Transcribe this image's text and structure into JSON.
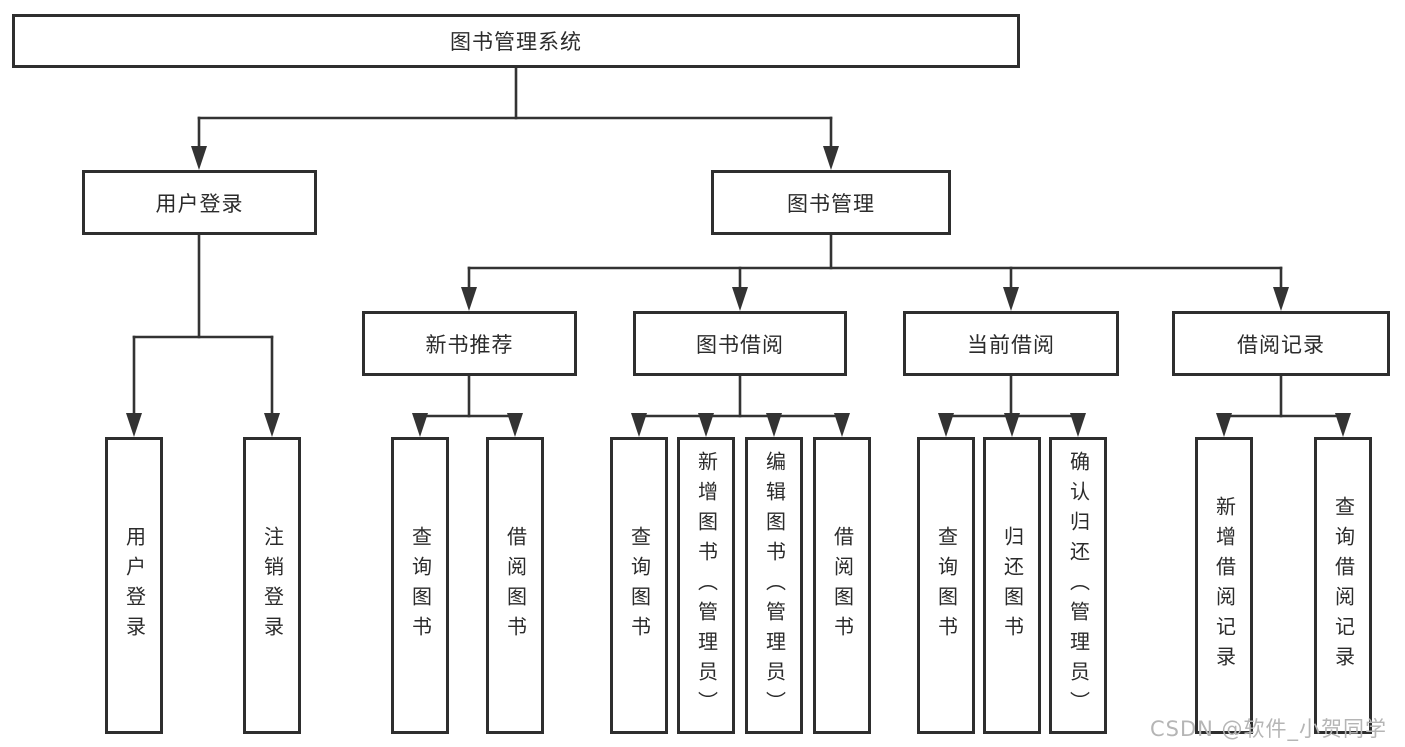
{
  "diagram": {
    "root": {
      "label": "图书管理系统"
    },
    "branches": [
      {
        "label": "用户登录",
        "children": [
          {
            "label": "用户登录"
          },
          {
            "label": "注销登录"
          }
        ]
      },
      {
        "label": "图书管理",
        "children": [
          {
            "label": "新书推荐",
            "children": [
              {
                "label": "查询图书"
              },
              {
                "label": "借阅图书"
              }
            ]
          },
          {
            "label": "图书借阅",
            "children": [
              {
                "label": "查询图书"
              },
              {
                "label": "新增图书（管理员）"
              },
              {
                "label": "编辑图书（管理员）"
              },
              {
                "label": "借阅图书"
              }
            ]
          },
          {
            "label": "当前借阅",
            "children": [
              {
                "label": "查询图书"
              },
              {
                "label": "归还图书"
              },
              {
                "label": "确认归还（管理员）"
              }
            ]
          },
          {
            "label": "借阅记录",
            "children": [
              {
                "label": "新增借阅记录"
              },
              {
                "label": "查询借阅记录"
              }
            ]
          }
        ]
      }
    ]
  },
  "watermark": {
    "text": "CSDN @软件_小贺同学"
  },
  "colors": {
    "background": "#ffffff",
    "box_border": "#2e2e2e",
    "connector_line": "#333333",
    "text": "#2b2b2b",
    "watermark_text": "#b5b5b5"
  }
}
